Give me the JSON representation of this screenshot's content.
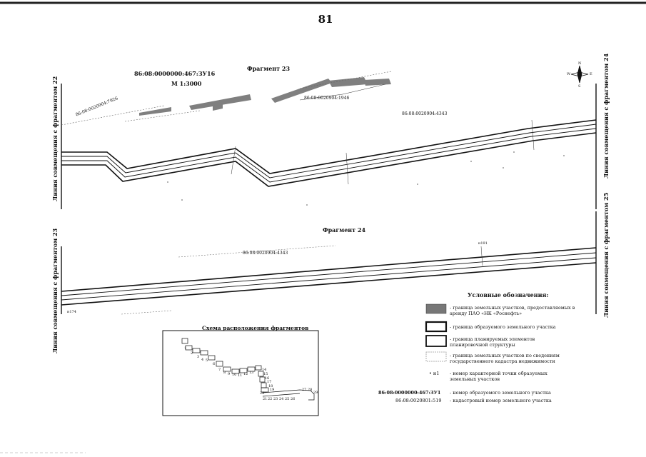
{
  "page_number": "81",
  "fragment23": {
    "title": "Фрагмент 23",
    "parcel_number": "86:08:0000000:467:ЗУ16",
    "scale": "М 1:3000",
    "cadastral_labels": [
      "86:08:0020904:7926",
      "86:08:0020904:1946",
      "86:08:0020904:4343"
    ],
    "side_left": "Линия совмещения с фрагментом 22",
    "side_right": "Линия совмещения с фрагментом 24",
    "north_arrow": {
      "n": "N",
      "s": "S",
      "w": "W",
      "e": "E"
    }
  },
  "fragment24": {
    "title": "Фрагмент 24",
    "cadastral_label": "86:08:0020904:4343",
    "side_left": "Линия совмещения с фрагментом 23",
    "side_right": "Линия совмещения с фрагментом 25",
    "point_labels": [
      "н191",
      "н174"
    ]
  },
  "scheme": {
    "title": "Схема расположения фрагментов",
    "numbers": [
      "1",
      "2",
      "3",
      "4",
      "5",
      "6",
      "7",
      "8",
      "9",
      "10",
      "11",
      "12",
      "13",
      "14",
      "15",
      "16",
      "17",
      "18",
      "19",
      "20",
      "21",
      "22",
      "23",
      "24",
      "25",
      "26",
      "27",
      "28",
      "29"
    ]
  },
  "legend": {
    "title": "Условные обозначения:",
    "items": [
      "- граница земельных участков, предоставляемых в аренду ПАО «НК «Роснефть»",
      "- граница образуемого земельного участка",
      "- граница планируемых элементов планировочной структуры",
      "- граница земельных участков по сведениям государственного кадастра недвижимости",
      "- номер характерной точки образуемых земельных участков",
      "- номер образуемого земельного участка",
      "- кадастровый номер земельного участка"
    ],
    "point_symbol": "• н1",
    "parcel_symbol": "86:08:0000000:467:ЗУ1",
    "cadastral_symbol": "86:08:0020801:519"
  }
}
